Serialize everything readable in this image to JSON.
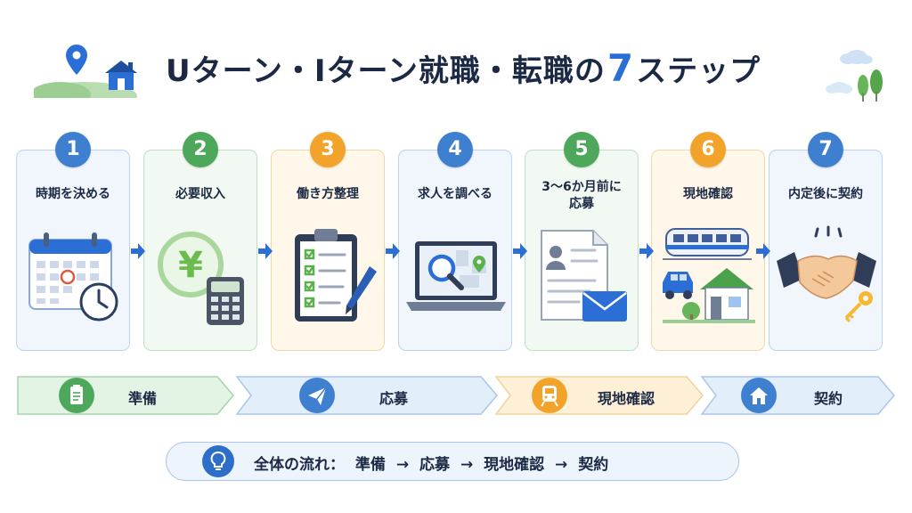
{
  "title": {
    "prefix": "Uターン・Iターン就職・転職の",
    "number": "7",
    "suffix": "ステップ"
  },
  "steps": [
    {
      "num": "1",
      "label": "時期を決める",
      "color": "#3f7fd0",
      "bg": "#f1f6fd",
      "border": "#bcd3f0",
      "icon": "calendar-clock-icon"
    },
    {
      "num": "2",
      "label": "必要収入",
      "color": "#4ea85c",
      "bg": "#f2f9f2",
      "border": "#bfe0c3",
      "icon": "yen-calculator-icon"
    },
    {
      "num": "3",
      "label": "働き方整理",
      "color": "#f2a42a",
      "bg": "#fff8ea",
      "border": "#f3d8a3",
      "icon": "checklist-clipboard-icon"
    },
    {
      "num": "4",
      "label": "求人を調べる",
      "color": "#3f7fd0",
      "bg": "#f1f6fd",
      "border": "#bcd3f0",
      "icon": "laptop-search-icon"
    },
    {
      "num": "5",
      "label": "3～6か月前に\n応募",
      "color": "#4ea85c",
      "bg": "#f2f9f2",
      "border": "#bfe0c3",
      "icon": "resume-envelope-icon"
    },
    {
      "num": "6",
      "label": "現地確認",
      "color": "#f2a42a",
      "bg": "#fff8ea",
      "border": "#f3d8a3",
      "icon": "train-house-icon"
    },
    {
      "num": "7",
      "label": "内定後に契約",
      "color": "#3f7fd0",
      "bg": "#f1f6fd",
      "border": "#bcd3f0",
      "icon": "handshake-key-icon"
    }
  ],
  "phases": [
    {
      "label": "準備",
      "icon": "clipboard-icon",
      "color": "#4ea85c",
      "fill": "#e3f3e4",
      "stroke": "#a8d4ad"
    },
    {
      "label": "応募",
      "icon": "paper-plane-icon",
      "color": "#3f7fd0",
      "fill": "#e3eefb",
      "stroke": "#aac6ec"
    },
    {
      "label": "現地確認",
      "icon": "train-icon",
      "color": "#f2a42a",
      "fill": "#fdf0d7",
      "stroke": "#f0d39a"
    },
    {
      "label": "契約",
      "icon": "house-icon",
      "color": "#3f7fd0",
      "fill": "#e3eefb",
      "stroke": "#aac6ec"
    }
  ],
  "flow": {
    "label": "全体の流れ：",
    "items": [
      "準備",
      "応募",
      "現地確認",
      "契約"
    ],
    "arrow": "→",
    "icon": "lightbulb-icon"
  }
}
